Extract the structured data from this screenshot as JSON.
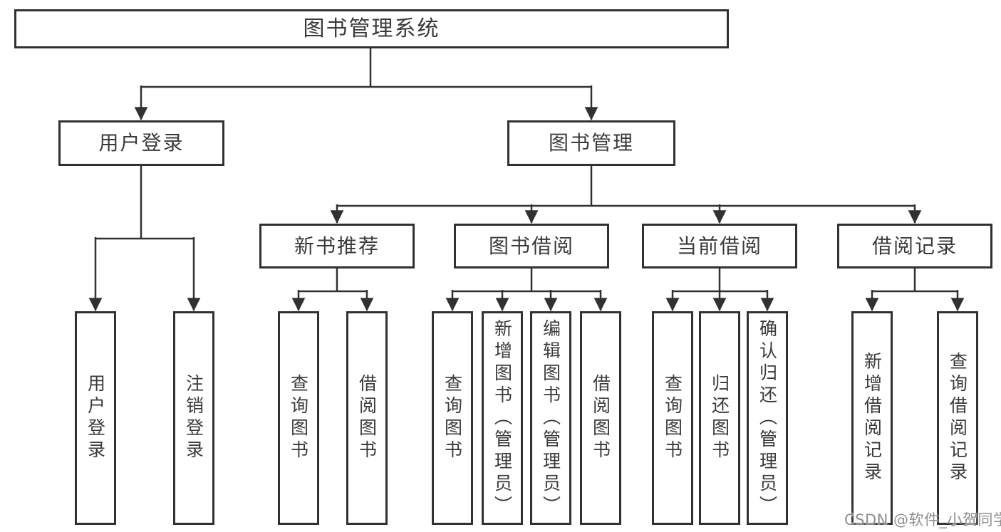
{
  "diagram": {
    "root": {
      "label": "图书管理系统",
      "children": [
        {
          "label": "用户登录",
          "children": [
            {
              "label": "用户登录"
            },
            {
              "label": "注销登录"
            }
          ]
        },
        {
          "label": "图书管理",
          "children": [
            {
              "label": "新书推荐",
              "children": [
                {
                  "label": "查询图书"
                },
                {
                  "label": "借阅图书"
                }
              ]
            },
            {
              "label": "图书借阅",
              "children": [
                {
                  "label": "查询图书"
                },
                {
                  "label": "新增图书（管理员）"
                },
                {
                  "label": "编辑图书（管理员）"
                },
                {
                  "label": "借阅图书"
                }
              ]
            },
            {
              "label": "当前借阅",
              "children": [
                {
                  "label": "查询图书"
                },
                {
                  "label": "归还图书"
                },
                {
                  "label": "确认归还（管理员）"
                }
              ]
            },
            {
              "label": "借阅记录",
              "children": [
                {
                  "label": "新增借阅记录"
                },
                {
                  "label": "查询借阅记录"
                }
              ]
            }
          ]
        }
      ]
    }
  },
  "watermark": {
    "text": "CSDN @软件_小贺同学"
  },
  "colors": {
    "line": "#313131",
    "text": "#3a3a3a",
    "watermark": "#8f8f8f",
    "background": "#ffffff"
  }
}
